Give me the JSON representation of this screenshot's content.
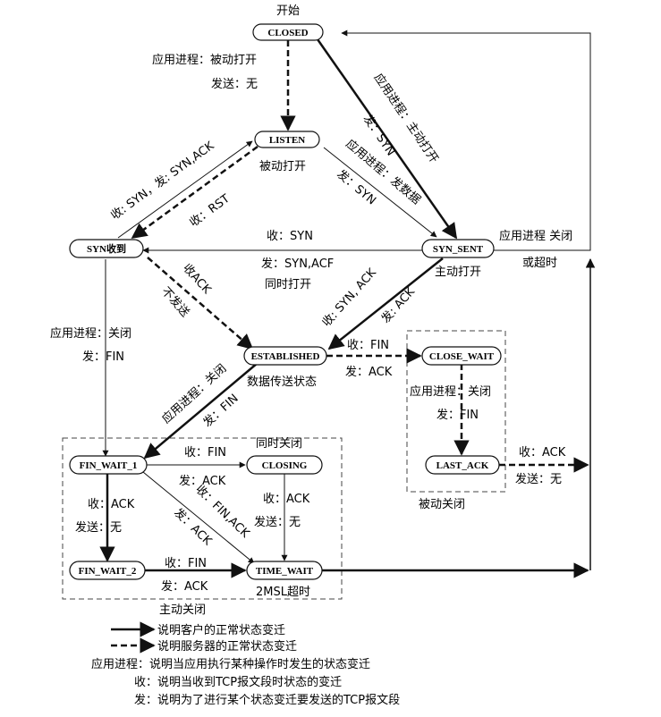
{
  "diagram": {
    "start_label": "开始",
    "states": {
      "closed": "CLOSED",
      "listen": "LISTEN",
      "syn_rcvd": "SYN收到",
      "syn_sent": "SYN_SENT",
      "established": "ESTABLISHED",
      "close_wait": "CLOSE_WAIT",
      "last_ack": "LAST_ACK",
      "fin_wait_1": "FIN_WAIT_1",
      "closing": "CLOSING",
      "fin_wait_2": "FIN_WAIT_2",
      "time_wait": "TIME_WAIT"
    },
    "labels": {
      "passive_open_app": "应用进程：被动打开",
      "passive_open_send": "发送：无",
      "listen_caption": "被动打开",
      "syn_sent_caption": "主动打开",
      "established_caption": "数据传送状态",
      "simultaneous_close": "同时关闭",
      "passive_close": "被动关闭",
      "timeout_2msl": "2MSL超时",
      "active_close": "主动关闭",
      "rcv_syn_send_synack": "收: SYN，发: SYN,ACK",
      "rcv_rst": "收：RST",
      "active_open_app": "应用进程：主动打开",
      "active_open_send": "发：SYN",
      "send_data_app": "应用进程：发数据",
      "send_data_send": "发：SYN",
      "simul_open_rcv": "收：SYN",
      "simul_open_send": "发：SYN,ACF",
      "simul_open": "同时打开",
      "syn_sent_close_app": "应用进程 关闭",
      "syn_sent_close_timeout": "或超时",
      "rcv_ack": "收ACK",
      "no_send": "不发送",
      "rcv_synack": "收: SYN, ACK",
      "send_ack": "发: ACK",
      "rcvd_close_app": "应用进程：关闭",
      "rcvd_close_send": "发：FIN",
      "est_rcv_fin": "收：FIN",
      "est_send_ack": "发：ACK",
      "cw_close_app": "应用进程：关闭",
      "cw_send_fin": "发：FIN",
      "la_rcv_ack": "收：ACK",
      "la_send_none": "发送：无",
      "est_close_app": "应用进程：关闭",
      "est_send_fin": "发：FIN",
      "fw1_rcv_fin": "收：FIN",
      "fw1_send_ack": "发：ACK",
      "fw1_rcv_ack": "收：ACK",
      "fw1_send_none": "发送：无",
      "cl_rcv_ack": "收：ACK",
      "cl_send_none": "发送：无",
      "fw1_rcv_finack": "收：FIN,ACK",
      "fw1_send_ack2": "发：ACK",
      "fw2_rcv_fin": "收：FIN",
      "fw2_send_ack": "发：ACK"
    },
    "legend": [
      "说明客户的正常状态变迁",
      "说明服务器的正常状态变迁",
      "应用进程：说明当应用执行某种操作时发生的状态变迁",
      "收：说明当收到TCP报文段时状态的变迁",
      "发：说明为了进行某个状态变迁要发送的TCP报文段"
    ]
  }
}
